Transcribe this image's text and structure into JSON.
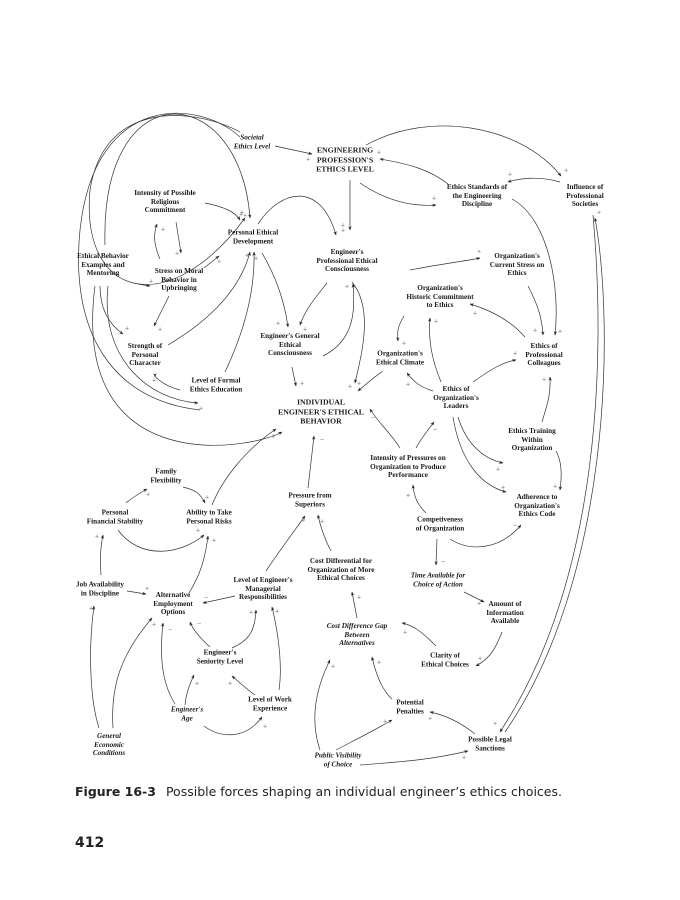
{
  "figure": {
    "label": "Figure 16-3",
    "caption": "Possible forces shaping an individual engineer’s ethics choices.",
    "page_number": "412"
  },
  "nodes": [
    {
      "id": "societal",
      "text": "Societal\nEthics Level",
      "italic": true
    },
    {
      "id": "profession",
      "text": "ENGINEERING\nPROFESSION'S\nETHICS LEVEL",
      "caps": true
    },
    {
      "id": "standards",
      "text": "Ethics Standards of\nthe Engineering\nDiscipline"
    },
    {
      "id": "influence",
      "text": "Influence of\nProfessional\nSocieties"
    },
    {
      "id": "religious",
      "text": "Intensity of Possible\nReligious\nCommitment"
    },
    {
      "id": "personal_dev",
      "text": "Personal Ethical\nDevelopment"
    },
    {
      "id": "prof_consc",
      "text": "Engineer's\nProfessional Ethical\nConsciousness"
    },
    {
      "id": "org_stress",
      "text": "Organization's\nCurrent Stress on\nEthics"
    },
    {
      "id": "role_models",
      "text": "Ethical Behavior\nExamples and\nMentoring"
    },
    {
      "id": "stress_moral",
      "text": "Stress on Moral\nBehavior in\nUpbringing"
    },
    {
      "id": "org_historic",
      "text": "Organization's\nHistoric Commitment\nto Ethics"
    },
    {
      "id": "strength",
      "text": "Strength of\nPersonal\nCharacter"
    },
    {
      "id": "gen_consc",
      "text": "Engineer's General\nEthical\nConsciousness"
    },
    {
      "id": "org_climate",
      "text": "Organization's\nEthical Climate"
    },
    {
      "id": "colleagues",
      "text": "Ethics of\nProfessional\nColleagues"
    },
    {
      "id": "formal_ed",
      "text": "Level of Formal\nEthics Education"
    },
    {
      "id": "leaders",
      "text": "Ethics of\nOrganization's\nLeaders"
    },
    {
      "id": "behavior",
      "text": "INDIVIDUAL\nENGINEER'S ETHICAL\nBEHAVIOR",
      "caps": true
    },
    {
      "id": "training",
      "text": "Ethics Training\nWithin\nOrganization"
    },
    {
      "id": "pressures",
      "text": "Intensity of Pressures on\nOrganization to Produce\nPerformance"
    },
    {
      "id": "family",
      "text": "Family\nFlexibility"
    },
    {
      "id": "fin_stab",
      "text": "Personal\nFinancial Stability"
    },
    {
      "id": "risks",
      "text": "Ability to Take\nPersonal Risks"
    },
    {
      "id": "superiors",
      "text": "Pressure from\nSuperiors"
    },
    {
      "id": "adherence",
      "text": "Adherence to\nOrganization's\nEthics Code"
    },
    {
      "id": "competitive",
      "text": "Competiveness\nof Organization"
    },
    {
      "id": "cost_diff",
      "text": "Cost Differential for\nOrganization of More\nEthical Choices"
    },
    {
      "id": "time_avail",
      "text": "Time Available for\nChoice of Action",
      "italic": true
    },
    {
      "id": "job_avail",
      "text": "Job Availability\nin Discipline"
    },
    {
      "id": "alt_employ",
      "text": "Alternative\nEmployment\nOptions"
    },
    {
      "id": "managerial",
      "text": "Level of Engineer's\nManagerial\nResponsibilities"
    },
    {
      "id": "info",
      "text": "Amount of\nInformation\nAvailable"
    },
    {
      "id": "gap",
      "text": "Cost Difference Gap\nBetween\nAlternatives",
      "italic": true
    },
    {
      "id": "seniority",
      "text": "Engineer's\nSeniority Level"
    },
    {
      "id": "clarity",
      "text": "Clarity of\nEthical Choices"
    },
    {
      "id": "age",
      "text": "Engineer's\nAge",
      "italic": true
    },
    {
      "id": "work_exp",
      "text": "Level of Work\nExperience"
    },
    {
      "id": "penalties",
      "text": "Potential\nPenalties"
    },
    {
      "id": "economic",
      "text": "General\nEconomic\nConditions",
      "italic": true
    },
    {
      "id": "legal",
      "text": "Possible Legal\nSanctions"
    },
    {
      "id": "visibility",
      "text": "Public Visibility\nof Choice",
      "italic": true
    }
  ],
  "links": [
    {
      "from": "societal",
      "to": "profession",
      "polarity": "+"
    },
    {
      "from": "societal",
      "to": "personal_dev",
      "polarity": "+"
    },
    {
      "from": "profession",
      "to": "prof_consc",
      "polarity": "+"
    },
    {
      "from": "profession",
      "to": "standards",
      "polarity": "+"
    },
    {
      "from": "profession",
      "to": "influence",
      "polarity": "+"
    },
    {
      "from": "standards",
      "to": "profession",
      "polarity": "+"
    },
    {
      "from": "standards",
      "to": "colleagues",
      "polarity": "+"
    },
    {
      "from": "influence",
      "to": "standards",
      "polarity": "+"
    },
    {
      "from": "influence",
      "to": "legal",
      "polarity": "+"
    },
    {
      "from": "legal",
      "to": "influence",
      "polarity": "+"
    },
    {
      "from": "religious",
      "to": "personal_dev",
      "polarity": "+"
    },
    {
      "from": "religious",
      "to": "stress_moral",
      "polarity": "+"
    },
    {
      "from": "stress_moral",
      "to": "religious",
      "polarity": "+"
    },
    {
      "from": "stress_moral",
      "to": "personal_dev",
      "polarity": "+"
    },
    {
      "from": "stress_moral",
      "to": "strength",
      "polarity": "+"
    },
    {
      "from": "role_models",
      "to": "stress_moral",
      "polarity": "+"
    },
    {
      "from": "role_models",
      "to": "strength",
      "polarity": "+"
    },
    {
      "from": "role_models",
      "to": "personal_dev",
      "polarity": "+"
    },
    {
      "from": "role_models",
      "to": "formal_ed",
      "polarity": "+"
    },
    {
      "from": "role_models",
      "to": "behavior",
      "polarity": "+"
    },
    {
      "from": "strength",
      "to": "personal_dev",
      "polarity": "+"
    },
    {
      "from": "formal_ed",
      "to": "strength",
      "polarity": "+"
    },
    {
      "from": "formal_ed",
      "to": "personal_dev",
      "polarity": "+"
    },
    {
      "from": "personal_dev",
      "to": "prof_consc",
      "polarity": "+"
    },
    {
      "from": "personal_dev",
      "to": "gen_consc",
      "polarity": "+"
    },
    {
      "from": "prof_consc",
      "to": "gen_consc",
      "polarity": "+"
    },
    {
      "from": "prof_consc",
      "to": "behavior",
      "polarity": "+"
    },
    {
      "from": "gen_consc",
      "to": "prof_consc",
      "polarity": "+"
    },
    {
      "from": "gen_consc",
      "to": "behavior",
      "polarity": "+"
    },
    {
      "from": "org_historic",
      "to": "org_stress",
      "polarity": "+"
    },
    {
      "from": "org_historic",
      "to": "org_climate",
      "polarity": "+"
    },
    {
      "from": "org_stress",
      "to": "colleagues",
      "polarity": "+"
    },
    {
      "from": "org_climate",
      "to": "behavior",
      "polarity": "+"
    },
    {
      "from": "leaders",
      "to": "org_historic",
      "polarity": "+"
    },
    {
      "from": "leaders",
      "to": "org_climate",
      "polarity": "+"
    },
    {
      "from": "leaders",
      "to": "colleagues",
      "polarity": "+"
    },
    {
      "from": "leaders",
      "to": "training",
      "polarity": "+"
    },
    {
      "from": "leaders",
      "to": "adherence",
      "polarity": "+"
    },
    {
      "from": "colleagues",
      "to": "org_historic",
      "polarity": "+"
    },
    {
      "from": "training",
      "to": "colleagues",
      "polarity": "+"
    },
    {
      "from": "training",
      "to": "adherence",
      "polarity": "+"
    },
    {
      "from": "pressures",
      "to": "behavior",
      "polarity": "−"
    },
    {
      "from": "pressures",
      "to": "leaders",
      "polarity": "−"
    },
    {
      "from": "competitive",
      "to": "pressures",
      "polarity": "+"
    },
    {
      "from": "competitive",
      "to": "adherence",
      "polarity": "−"
    },
    {
      "from": "competitive",
      "to": "time_avail",
      "polarity": "−"
    },
    {
      "from": "time_avail",
      "to": "info",
      "polarity": "+"
    },
    {
      "from": "info",
      "to": "clarity",
      "polarity": "+"
    },
    {
      "from": "clarity",
      "to": "gap",
      "polarity": "+"
    },
    {
      "from": "superiors",
      "to": "behavior",
      "polarity": "−"
    },
    {
      "from": "cost_diff",
      "to": "superiors",
      "polarity": "+"
    },
    {
      "from": "gap",
      "to": "cost_diff",
      "polarity": "+"
    },
    {
      "from": "managerial",
      "to": "superiors",
      "polarity": "+"
    },
    {
      "from": "managerial",
      "to": "alt_employ",
      "polarity": "−"
    },
    {
      "from": "risks",
      "to": "behavior",
      "polarity": "+"
    },
    {
      "from": "family",
      "to": "risks",
      "polarity": "+"
    },
    {
      "from": "fin_stab",
      "to": "family",
      "polarity": "+"
    },
    {
      "from": "fin_stab",
      "to": "risks",
      "polarity": "+"
    },
    {
      "from": "alt_employ",
      "to": "risks",
      "polarity": "+"
    },
    {
      "from": "job_avail",
      "to": "fin_stab",
      "polarity": "+"
    },
    {
      "from": "job_avail",
      "to": "alt_employ",
      "polarity": "+"
    },
    {
      "from": "economic",
      "to": "job_avail",
      "polarity": "+"
    },
    {
      "from": "economic",
      "to": "alt_employ",
      "polarity": "+"
    },
    {
      "from": "seniority",
      "to": "alt_employ",
      "polarity": "−"
    },
    {
      "from": "seniority",
      "to": "managerial",
      "polarity": "+"
    },
    {
      "from": "age",
      "to": "alt_employ",
      "polarity": "−"
    },
    {
      "from": "age",
      "to": "seniority",
      "polarity": "+"
    },
    {
      "from": "age",
      "to": "work_exp",
      "polarity": "+"
    },
    {
      "from": "work_exp",
      "to": "seniority",
      "polarity": "+"
    },
    {
      "from": "work_exp",
      "to": "managerial",
      "polarity": "+"
    },
    {
      "from": "visibility",
      "to": "gap",
      "polarity": "+"
    },
    {
      "from": "visibility",
      "to": "penalties",
      "polarity": "+"
    },
    {
      "from": "visibility",
      "to": "legal",
      "polarity": "+"
    },
    {
      "from": "penalties",
      "to": "gap",
      "polarity": "+"
    },
    {
      "from": "legal",
      "to": "penalties",
      "polarity": "+"
    }
  ]
}
